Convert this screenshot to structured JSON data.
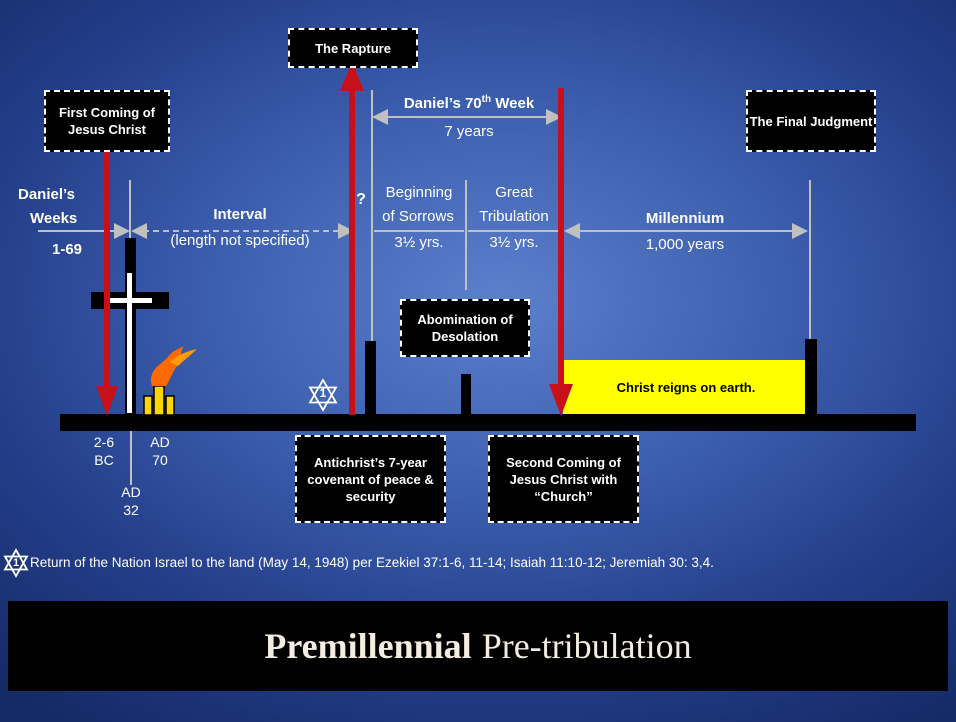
{
  "title": {
    "bold": "Premillennial",
    "rest": "Pre-tribulation"
  },
  "boxes": {
    "first_coming": "First Coming of Jesus Christ",
    "rapture": "The Rapture",
    "final_judgment": "The Final Judgment",
    "abomination": "Abomination of Desolation",
    "antichrist": "Antichrist’s 7-year covenant of peace & security",
    "second_coming": "Second Coming of Jesus Christ with “Church”"
  },
  "labels": {
    "daniels_weeks_1": "Daniel’s",
    "daniels_weeks_2": "Weeks",
    "daniels_weeks_3": "1-69",
    "interval": "Interval",
    "interval_sub": "(length not specified)",
    "question": "?",
    "daniels_70th": "Daniel’s 70",
    "daniels_70th_sup": "th",
    "daniels_70th_end": " Week",
    "seven_years": "7 years",
    "beginning_1": "Beginning",
    "beginning_2": "of Sorrows",
    "beginning_yrs": "3½ yrs.",
    "great_1": "Great",
    "great_2": "Tribulation",
    "great_yrs": "3½ yrs.",
    "millennium": "Millennium",
    "millennium_years": "1,000 years",
    "christ_reigns": "Christ reigns on earth.",
    "bc_1": "2-6",
    "bc_2": "BC",
    "ad70_1": "AD",
    "ad70_2": "70",
    "ad32_1": "AD",
    "ad32_2": "32",
    "star_num": "1"
  },
  "footnote": {
    "star_num": "1",
    "text": "Return of the Nation Israel to the land (May 14, 1948) per Ezekiel 37:1-6, 11-14; Isaiah 11:10-12; Jeremiah 30: 3,4."
  },
  "colors": {
    "arrow_red": "#c8101a",
    "yellow": "#ffff00",
    "gray_line": "#c0c0c0"
  }
}
